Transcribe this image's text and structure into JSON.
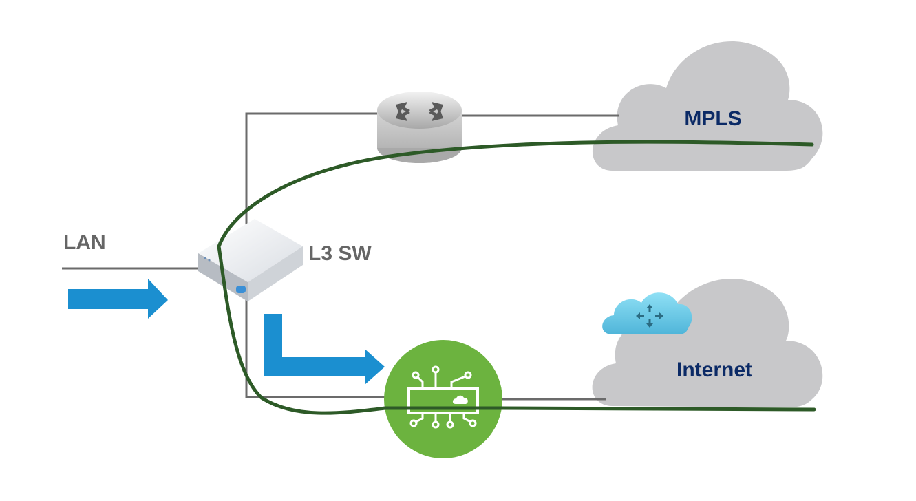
{
  "labels": {
    "lan": "LAN",
    "l3_switch": "L3 SW",
    "mpls": "MPLS",
    "internet": "Internet"
  },
  "colors": {
    "wire": "#6b6b6b",
    "path": "#2d5a27",
    "arrow": "#1b8fd0",
    "cloud": "#c8c8ca",
    "cloud_text": "#0b2a66",
    "label_text": "#666666",
    "sdwan_node": "#6cb33f",
    "internet_badge": "#6cc8e6"
  },
  "icons": {
    "router": "router-icon",
    "switch": "l3-switch-icon",
    "sdwan": "sdwan-appliance-icon",
    "internet_badge": "cloud-router-icon"
  }
}
